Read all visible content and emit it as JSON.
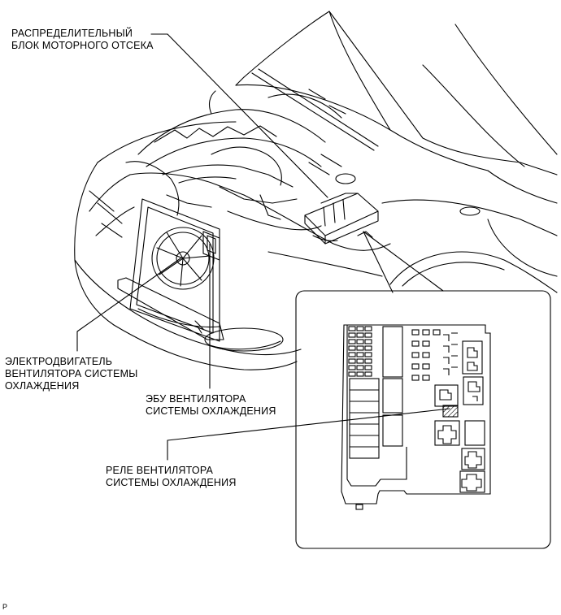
{
  "labels": {
    "fuse_block": [
      "РАСПРЕДЕЛИТЕЛЬНЫЙ",
      "БЛОК МОТОРНОГО ОТСЕКА"
    ],
    "fan_motor": [
      "ЭЛЕКТРОДВИГАТЕЛЬ",
      "ВЕНТИЛЯТОРА СИСТЕМЫ",
      "ОХЛАЖДЕНИЯ"
    ],
    "fan_ecu": [
      "ЭБУ ВЕНТИЛЯТОРА",
      "СИСТЕМЫ ОХЛАЖДЕНИЯ"
    ],
    "fan_relay": [
      "РЕЛЕ ВЕНТИЛЯТОРА",
      "СИСТЕМЫ ОХЛАЖДЕНИЯ"
    ]
  },
  "ref_code": "P"
}
